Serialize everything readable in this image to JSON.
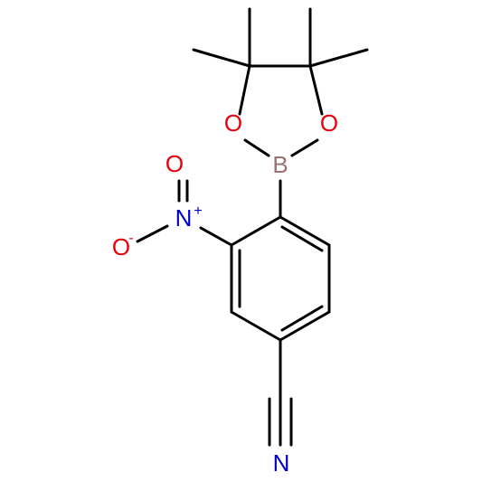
{
  "molecule": {
    "colors": {
      "bond": "#000000",
      "boron": "#a07070",
      "oxygen": "#e8000b",
      "nitrogen": "#0000cc",
      "background": "#ffffff"
    },
    "atoms": {
      "boron": "B",
      "boronate_oxygen_left": "O",
      "boronate_oxygen_right": "O",
      "nitro_nitrogen": "N",
      "nitro_nitrogen_charge": "+",
      "nitro_oxygen_double": "O",
      "nitro_oxygen_single": "O",
      "nitro_oxygen_charge": "-",
      "nitrile_nitrogen": "N"
    }
  }
}
